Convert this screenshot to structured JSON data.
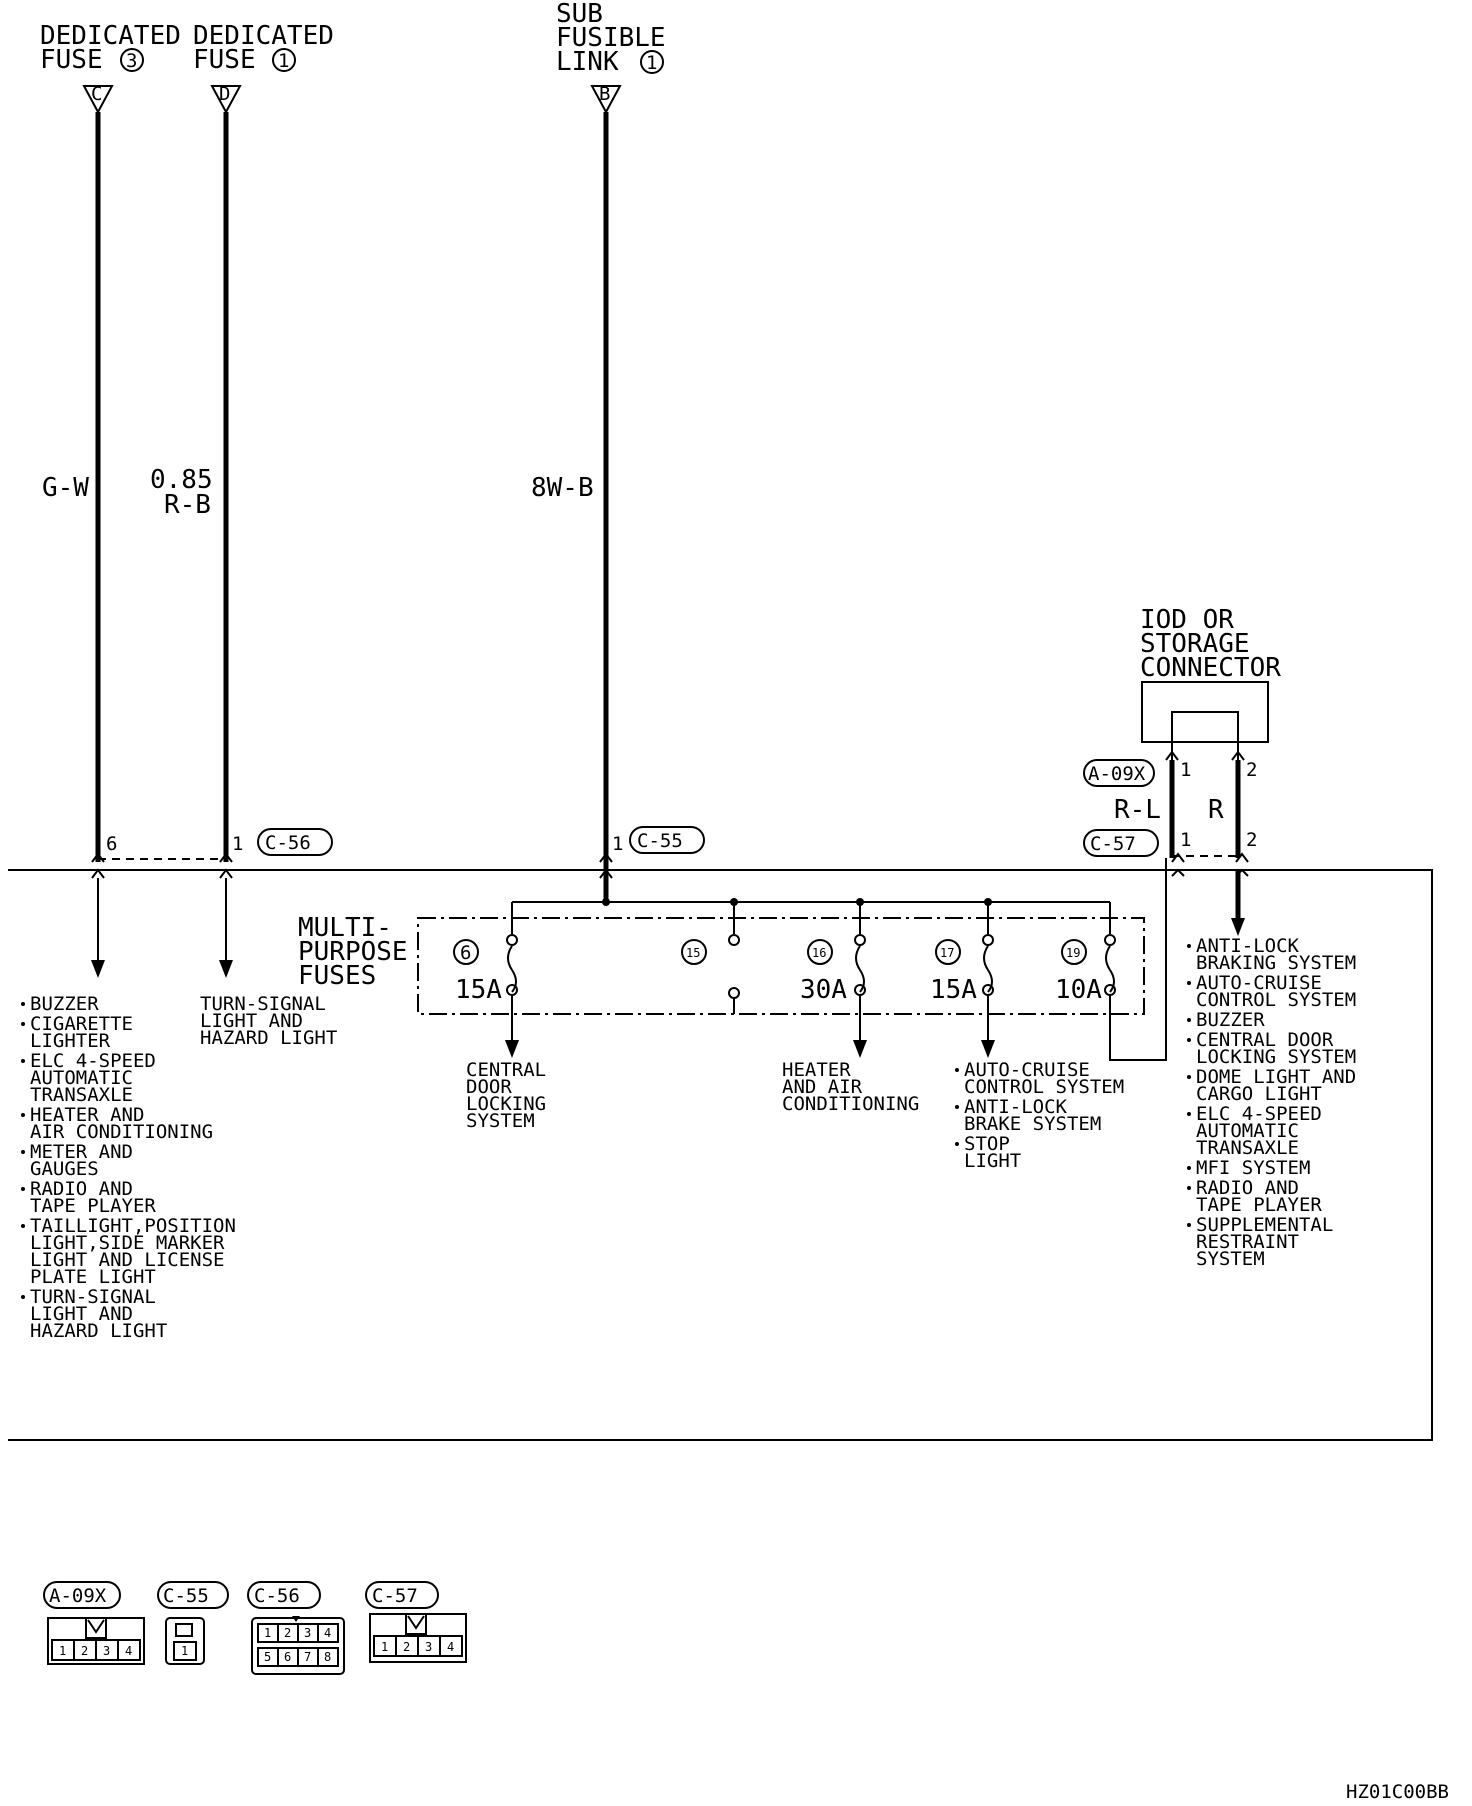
{
  "sources": {
    "fuse3": {
      "line1": "DEDICATED",
      "line2": "FUSE",
      "num": "3",
      "pin": "C"
    },
    "fuse1": {
      "line1": "DEDICATED",
      "line2": "FUSE",
      "num": "1",
      "pin": "D"
    },
    "sub_link": {
      "line1": "SUB",
      "line2": "FUSIBLE",
      "line3": "LINK",
      "num": "1",
      "pin": "B"
    }
  },
  "wires": {
    "gw": "G-W",
    "rb_size": "0.85",
    "rb": "R-B",
    "wb": "8W-B",
    "rl": "R-L",
    "r": "R"
  },
  "connectors": {
    "c56": {
      "label": "C-56",
      "pin_left": "6",
      "pin_right": "1"
    },
    "c55": {
      "label": "C-55",
      "pin": "1"
    },
    "a09x": {
      "label": "A-09X",
      "pin1": "1",
      "pin2": "2"
    },
    "c57": {
      "label": "C-57",
      "pin1": "1",
      "pin2": "2"
    }
  },
  "iod": {
    "line1": "IOD OR",
    "line2": "STORAGE",
    "line3": "CONNECTOR"
  },
  "mpf": {
    "line1": "MULTI-",
    "line2": "PURPOSE",
    "line3": "FUSES",
    "fuses": [
      {
        "num": "6",
        "amp": "15A"
      },
      {
        "num": "15",
        "amp": ""
      },
      {
        "num": "16",
        "amp": "30A"
      },
      {
        "num": "17",
        "amp": "15A"
      },
      {
        "num": "19",
        "amp": "10A"
      }
    ]
  },
  "loads": {
    "col1": [
      [
        "BUZZER"
      ],
      [
        "CIGARETTE",
        "LIGHTER"
      ],
      [
        "ELC 4-SPEED",
        "AUTOMATIC",
        "TRANSAXLE"
      ],
      [
        "HEATER AND",
        "AIR CONDITIONING"
      ],
      [
        "METER AND",
        "GAUGES"
      ],
      [
        "RADIO AND",
        "TAPE PLAYER"
      ],
      [
        "TAILLIGHT,POSITION",
        "LIGHT,SIDE MARKER",
        "LIGHT AND LICENSE",
        "PLATE LIGHT"
      ],
      [
        "TURN-SIGNAL",
        "LIGHT AND",
        "HAZARD LIGHT"
      ]
    ],
    "col2": [
      "TURN-SIGNAL",
      "LIGHT AND",
      "HAZARD LIGHT"
    ],
    "central": [
      "CENTRAL",
      "DOOR",
      "LOCKING",
      "SYSTEM"
    ],
    "heater": [
      "HEATER",
      "AND AIR",
      "CONDITIONING"
    ],
    "cruise": [
      [
        "AUTO-CRUISE",
        "CONTROL SYSTEM"
      ],
      [
        "ANTI-LOCK",
        "BRAKE SYSTEM"
      ],
      [
        "STOP",
        "LIGHT"
      ]
    ],
    "right": [
      [
        "ANTI-LOCK",
        "BRAKING SYSTEM"
      ],
      [
        "AUTO-CRUISE",
        "CONTROL SYSTEM"
      ],
      [
        "BUZZER"
      ],
      [
        "CENTRAL DOOR",
        "LOCKING SYSTEM"
      ],
      [
        "DOME LIGHT AND",
        "CARGO LIGHT"
      ],
      [
        "ELC 4-SPEED",
        "AUTOMATIC",
        "TRANSAXLE"
      ],
      [
        "MFI SYSTEM"
      ],
      [
        "RADIO AND",
        "TAPE PLAYER"
      ],
      [
        "SUPPLEMENTAL",
        "RESTRAINT",
        "SYSTEM"
      ]
    ]
  },
  "legend": {
    "a09x": {
      "label": "A-09X",
      "pins": [
        "1",
        "2",
        "3",
        "4"
      ]
    },
    "c55": {
      "label": "C-55",
      "pins": [
        "1"
      ]
    },
    "c56": {
      "label": "C-56",
      "pins": [
        "1",
        "2",
        "3",
        "4",
        "5",
        "6",
        "7",
        "8"
      ]
    },
    "c57": {
      "label": "C-57",
      "pins": [
        "1",
        "2",
        "3",
        "4"
      ]
    }
  },
  "code": "HZ01C00BB"
}
